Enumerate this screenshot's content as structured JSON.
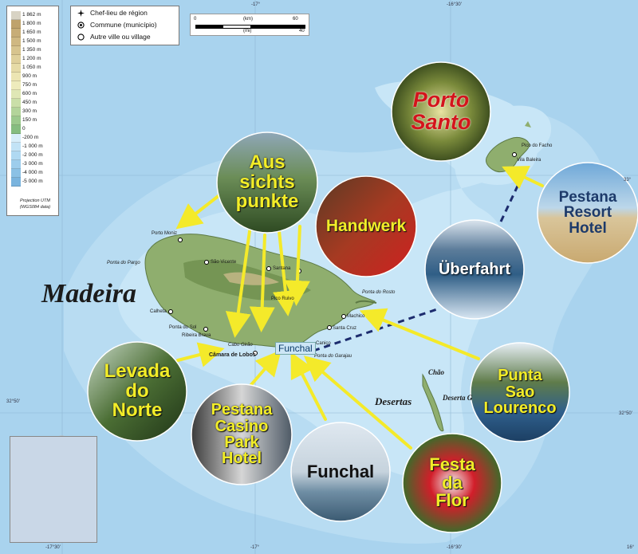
{
  "map": {
    "island_name": "Madeira",
    "desertas_label": "Desertas",
    "chao_label": "Chão",
    "deserta_label": "Deserta G",
    "funchal_box_label": "Funchal",
    "colors": {
      "sea": "#a9d3ee",
      "shallow": "#c8e6f7",
      "arrow": "#f4ea2a",
      "ferry": "#1d2c6e",
      "land": "#8fae6e"
    }
  },
  "legend": {
    "items": [
      {
        "label": "Chef-lieu de région",
        "icon": "star-icon"
      },
      {
        "label": "Commune (município)",
        "icon": "dot-ring-icon"
      },
      {
        "label": "Autre ville ou village",
        "icon": "circle-icon"
      }
    ]
  },
  "scale": {
    "km_label": "(km)",
    "mi_label": "(mi)",
    "zero": "0",
    "km_max": "60",
    "mi_max": "40"
  },
  "elevation": {
    "entries": [
      {
        "label": "1 862 m",
        "color": "#d8d3c4"
      },
      {
        "label": "1 800 m",
        "color": "#bfa36d"
      },
      {
        "label": "1 650 m",
        "color": "#c7ad77"
      },
      {
        "label": "1 500 m",
        "color": "#cfb882"
      },
      {
        "label": "1 350 m",
        "color": "#d7c48e"
      },
      {
        "label": "1 200 m",
        "color": "#dfd09b"
      },
      {
        "label": "1 050 m",
        "color": "#e6dba7"
      },
      {
        "label": "900 m",
        "color": "#ece5b3"
      },
      {
        "label": "750 m",
        "color": "#eeebbc"
      },
      {
        "label": "600 m",
        "color": "#dfe7b5"
      },
      {
        "label": "450 m",
        "color": "#cadfa8"
      },
      {
        "label": "300 m",
        "color": "#b3d49a"
      },
      {
        "label": "150 m",
        "color": "#9cc98d"
      },
      {
        "label": "0",
        "color": "#86bd80"
      },
      {
        "label": "-200 m",
        "color": "#d8eefa"
      },
      {
        "label": "-1 000 m",
        "color": "#c2e3f6"
      },
      {
        "label": "-2 000 m",
        "color": "#b0d9f2"
      },
      {
        "label": "-3 000 m",
        "color": "#9dcdec"
      },
      {
        "label": "-4 000 m",
        "color": "#8bc1e5"
      },
      {
        "label": "-5 000 m",
        "color": "#7ab4de"
      }
    ],
    "projection_line1": "Projection UTM",
    "projection_line2": "(WGS084 data)"
  },
  "coordinates": {
    "top_17": "-17°",
    "top_1630": "-16°30'",
    "bottom_1730": "-17°30'",
    "bottom_17": "-17°",
    "bottom_1630": "-16°30'",
    "bottom_16": "16°",
    "left_3250": "32°50'",
    "right_3250": "32°50'",
    "right_33": "33°"
  },
  "places": {
    "porto_moniz": "Porto Moniz",
    "ponta_pargo": "Ponta do Pargo",
    "sao_vicente": "São Vicente",
    "santana": "Santana",
    "calheta": "Calheta",
    "ponta_do_sol": "Ponta do Sol",
    "ribeira_brava": "Ribeira Brava",
    "cabo_girao": "Cabo Girão",
    "camara_de_lobos": "Câmara de Lobos",
    "machico": "Machico",
    "santa_cruz": "Santa Cruz",
    "canico": "Caniço",
    "ponta_garajau": "Ponta do Garajau",
    "ponta_rosto": "Ponta do Rosto",
    "vila_baleira": "Vila Baleira",
    "pico_facho": "Pico do Facho",
    "pico_ruivo": "Pico Ruivo"
  },
  "circles": {
    "porto_santo": "Porto\nSanto",
    "aussichtspunkte": "Aus\nsichts\npunkte",
    "handwerk": "Handwerk",
    "ueberfahrt": "Überfahrt",
    "pestana_resort": "Pestana\nResort\nHotel",
    "punta_sao_lourenco": "Punta\nSao\nLourenco",
    "levada_do_norte": "Levada\ndo\nNorte",
    "pestana_casino": "Pestana\nCasino\nPark\nHotel",
    "funchal": "Funchal",
    "festa_da_flor": "Festa\nda\nFlor"
  }
}
